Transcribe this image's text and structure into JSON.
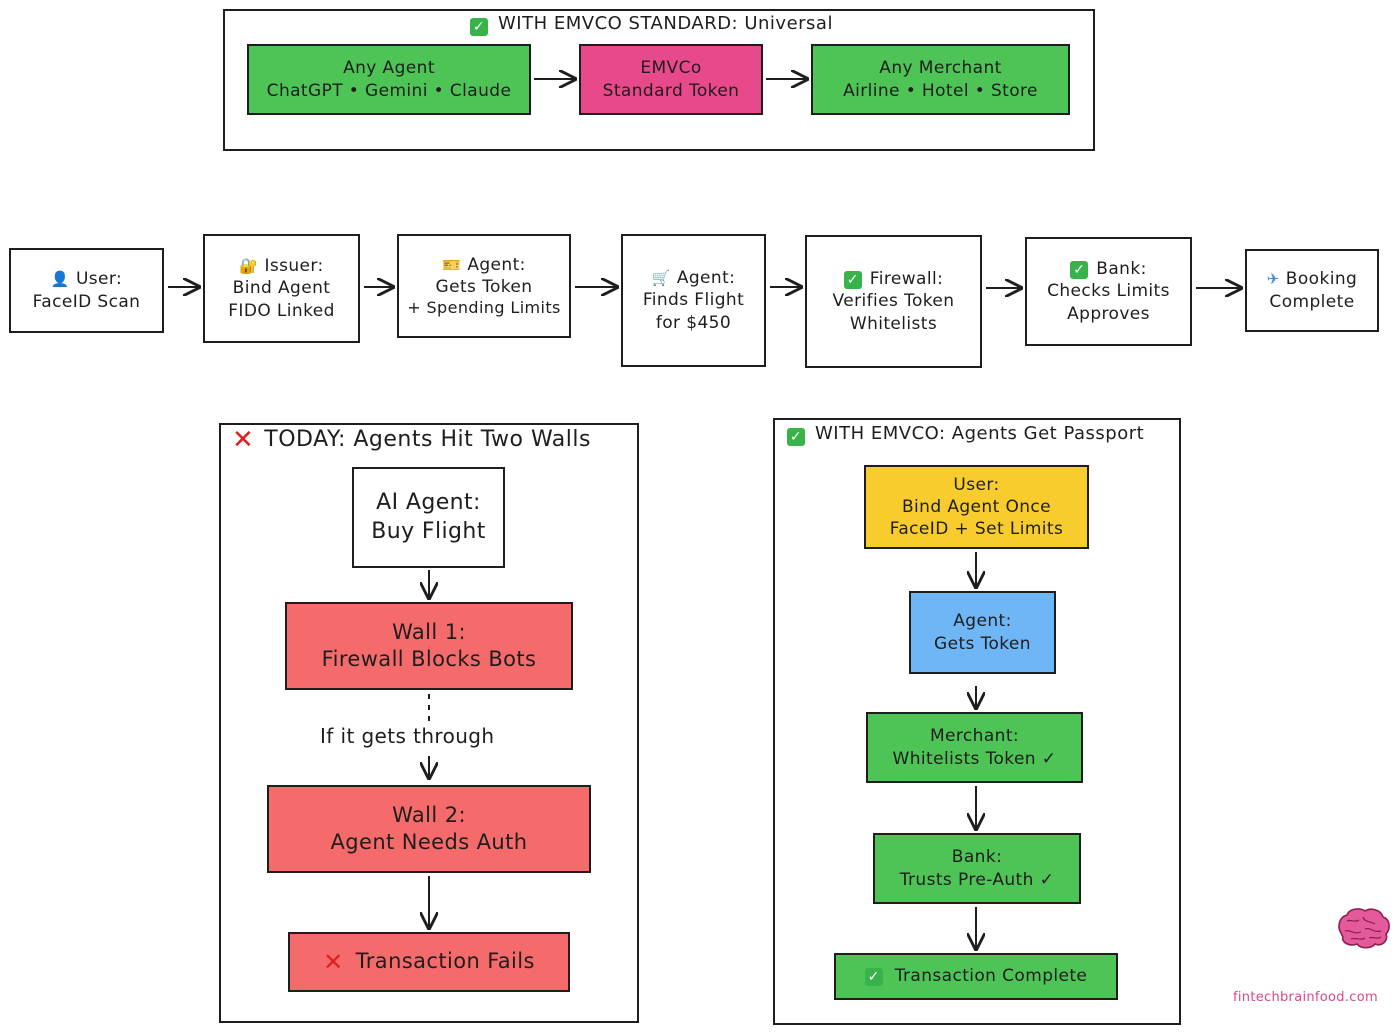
{
  "top_frame": {
    "title": "WITH EMVCO STANDARD: Universal",
    "boxes": [
      {
        "line1": "Any Agent",
        "line2": "ChatGPT • Gemini • Claude"
      },
      {
        "line1": "EMVCo",
        "line2": "Standard Token"
      },
      {
        "line1": "Any Merchant",
        "line2": "Airline • Hotel • Store"
      }
    ]
  },
  "flow": [
    {
      "icon": "👤",
      "line1": "User:",
      "line2": "FaceID Scan",
      "line3": ""
    },
    {
      "icon": "🔐",
      "line1": "Issuer:",
      "line2": "Bind Agent",
      "line3": "FIDO Linked"
    },
    {
      "icon": "🎫",
      "line1": "Agent:",
      "line2": "Gets Token",
      "line3": "+ Spending Limits"
    },
    {
      "icon": "🛒",
      "line1": "Agent:",
      "line2": "Finds Flight",
      "line3": "for $450"
    },
    {
      "icon": "✓",
      "line1": "Firewall:",
      "line2": "Verifies Token",
      "line3": "Whitelists"
    },
    {
      "icon": "✓",
      "line1": "Bank:",
      "line2": "Checks Limits",
      "line3": "Approves"
    },
    {
      "icon": "✈",
      "line1": "Booking",
      "line2": "Complete",
      "line3": ""
    }
  ],
  "today": {
    "title": "TODAY: Agents Hit Two Walls",
    "start": {
      "line1": "AI Agent:",
      "line2": "Buy Flight"
    },
    "wall1": {
      "line1": "Wall 1:",
      "line2": "Firewall Blocks Bots"
    },
    "note": "If it gets through",
    "wall2": {
      "line1": "Wall 2:",
      "line2": "Agent Needs Auth"
    },
    "result": "Transaction Fails"
  },
  "emvco": {
    "title": "WITH EMVCO: Agents Get Passport",
    "user": {
      "line1": "User:",
      "line2": "Bind Agent Once",
      "line3": "FaceID + Set Limits"
    },
    "agent": {
      "line1": "Agent:",
      "line2": "Gets Token"
    },
    "merchant": {
      "line1": "Merchant:",
      "line2": "Whitelists Token ✓"
    },
    "bank": {
      "line1": "Bank:",
      "line2": "Trusts Pre-Auth ✓"
    },
    "result": "Transaction Complete"
  },
  "footer": {
    "site": "fintechbrainfood.com"
  },
  "colors": {
    "green": "#4ec356",
    "pink": "#e8498a",
    "red": "#f56b6b",
    "yellow": "#f9cc2e",
    "blue": "#6fb6f7",
    "stroke": "#1e1e1e"
  }
}
